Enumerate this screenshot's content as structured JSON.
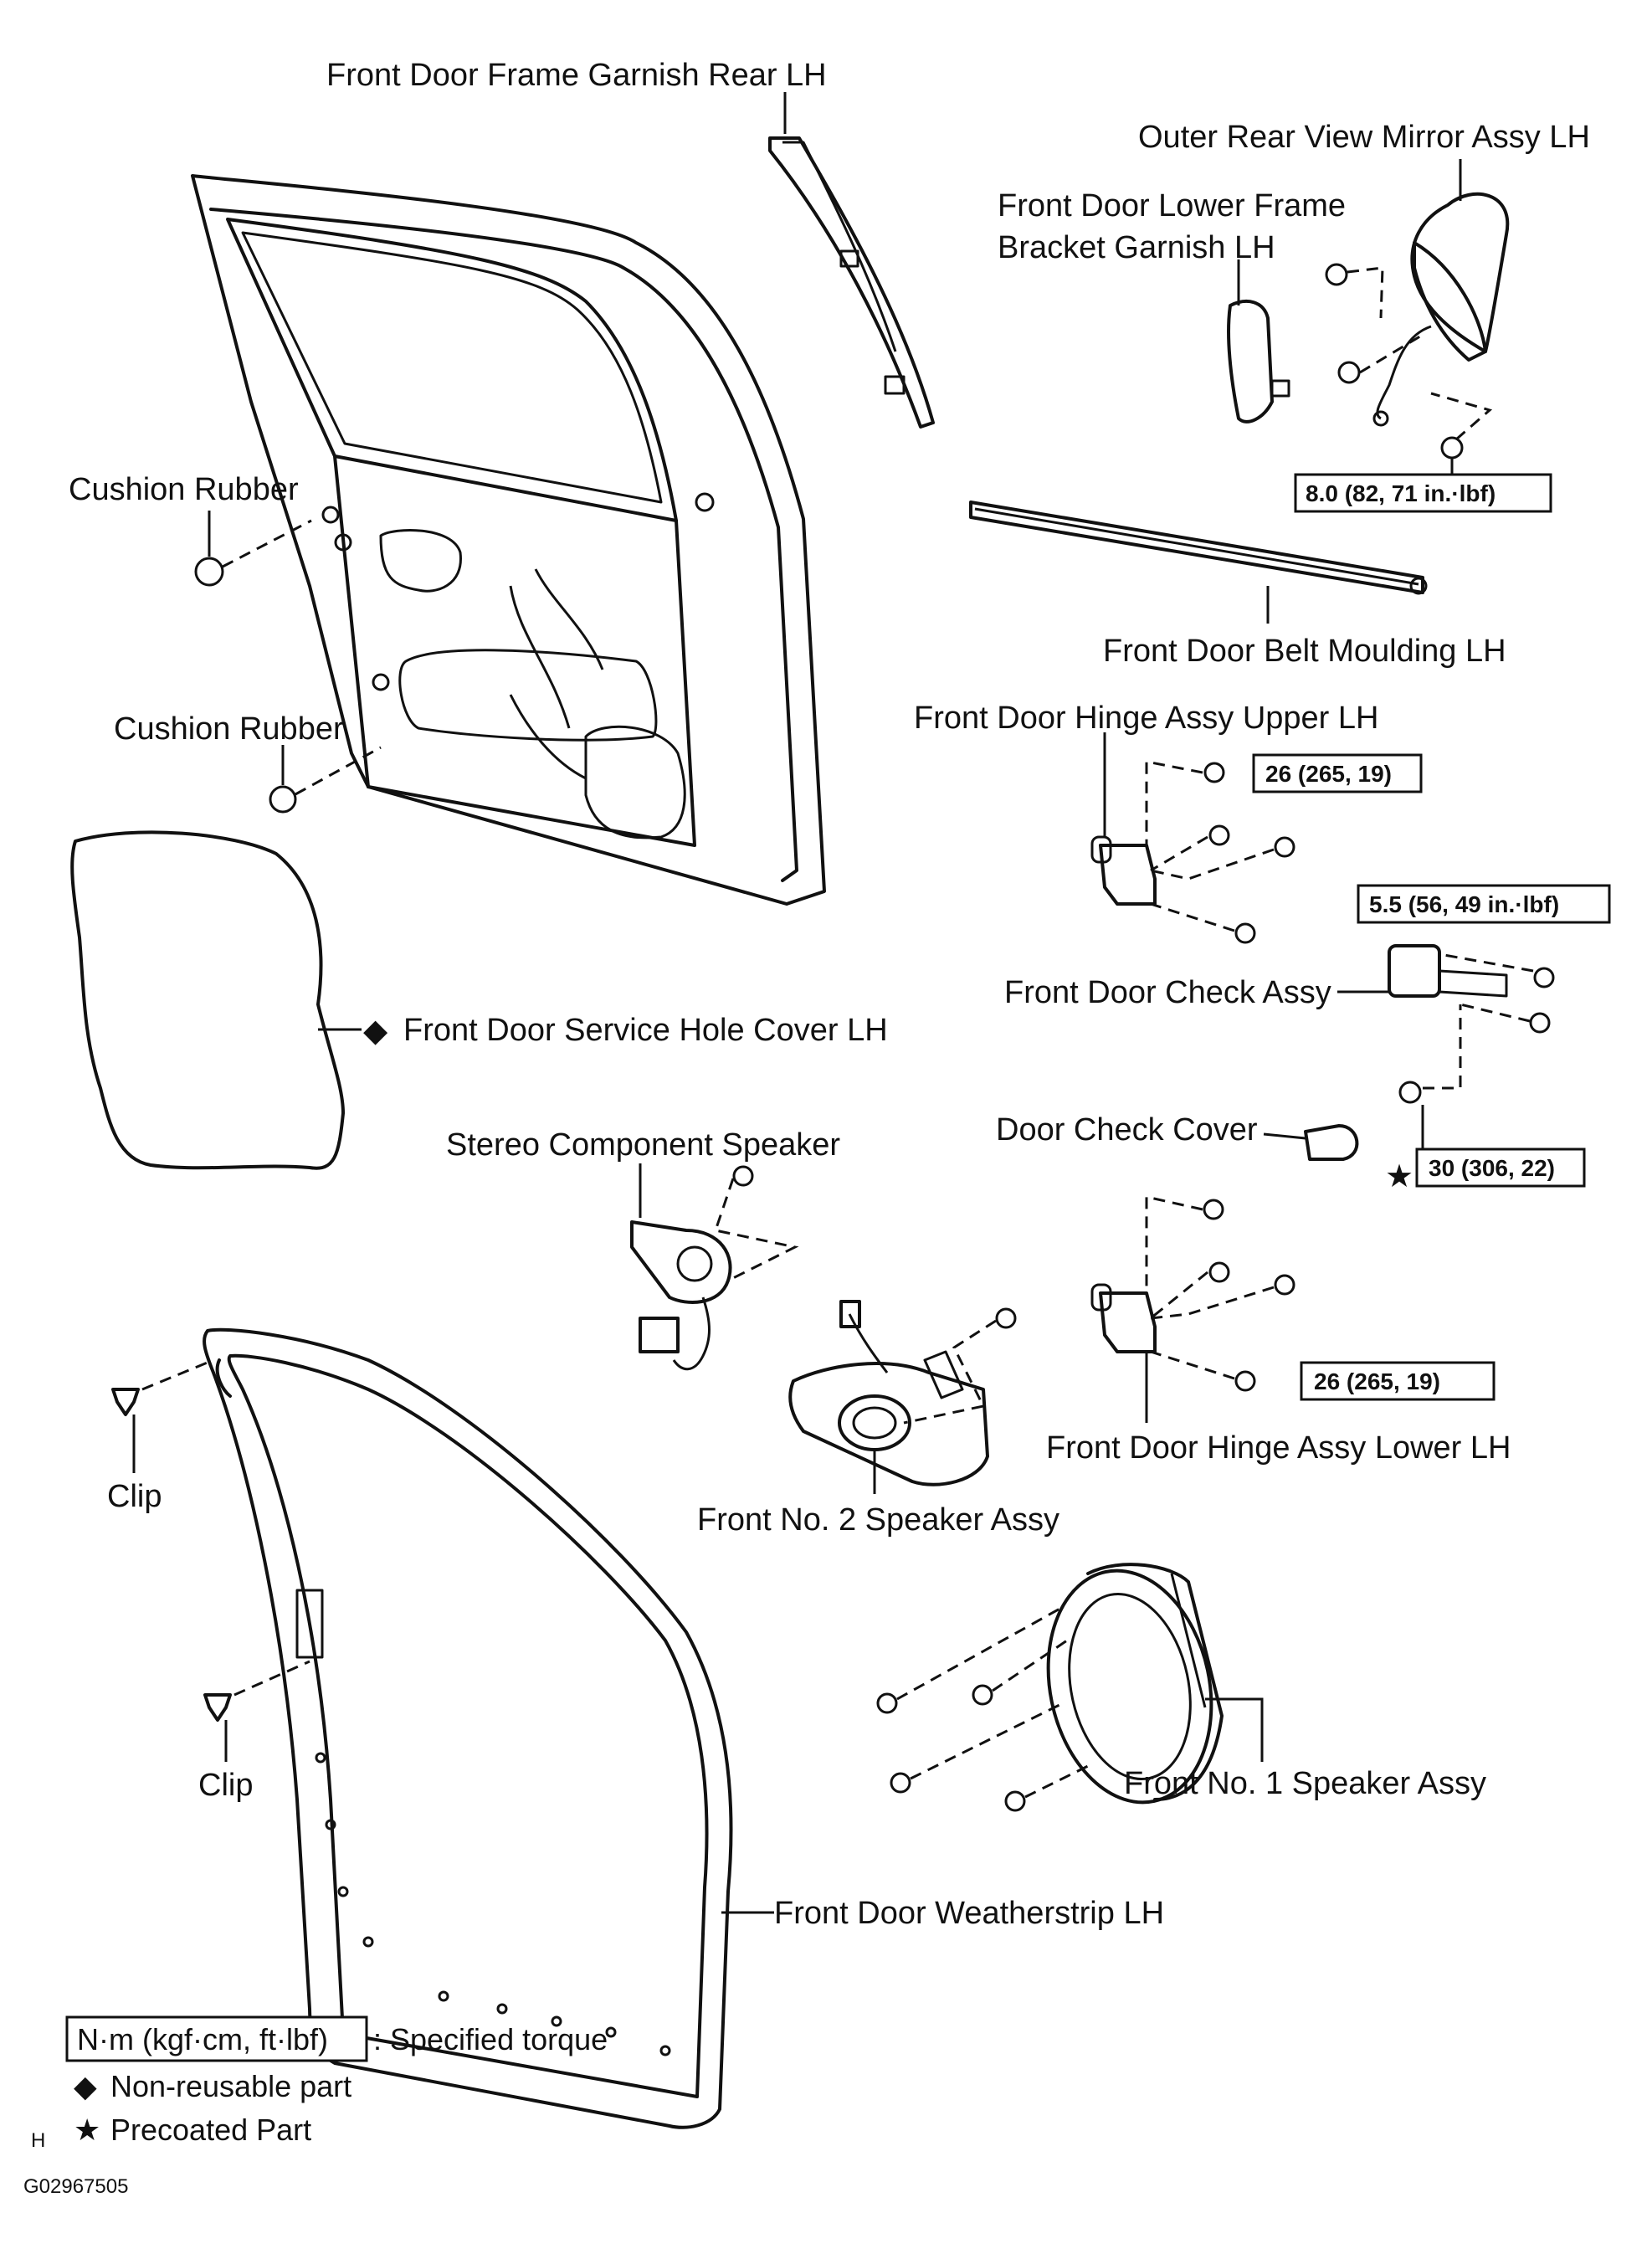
{
  "labels": {
    "frame_garnish_rear": "Front Door Frame Garnish Rear LH",
    "outer_mirror": "Outer Rear View Mirror Assy LH",
    "lower_frame_bracket_1": "Front Door Lower Frame",
    "lower_frame_bracket_2": "Bracket Garnish LH",
    "cushion_rubber_1": "Cushion Rubber",
    "cushion_rubber_2": "Cushion Rubber",
    "belt_moulding": "Front Door Belt Moulding LH",
    "hinge_upper": "Front Door Hinge Assy Upper LH",
    "check_assy": "Front Door Check Assy",
    "service_hole_cover": "Front Door Service Hole Cover LH",
    "stereo_speaker": "Stereo Component Speaker",
    "door_check_cover": "Door Check Cover",
    "clip_1": "Clip",
    "clip_2": "Clip",
    "hinge_lower": "Front Door Hinge Assy Lower LH",
    "no2_speaker": "Front No. 2 Speaker Assy",
    "no1_speaker": "Front No. 1 Speaker Assy",
    "weatherstrip": "Front Door Weatherstrip LH"
  },
  "torques": {
    "mirror": "8.0 (82, 71 in.·lbf)",
    "hinge_upper": "26 (265, 19)",
    "check_assy": "5.5 (56, 49 in.·lbf)",
    "check_bolt": "30 (306, 22)",
    "hinge_lower": "26 (265, 19)"
  },
  "legend": {
    "torque_box": "N·m (kgf·cm, ft·lbf)",
    "torque_text": ": Specified torque",
    "non_reusable": "Non-reusable part",
    "precoated": "Precoated Part"
  },
  "marks": {
    "diamond": "◆",
    "star": "★"
  },
  "footer": {
    "letter": "H",
    "code": "G02967505"
  }
}
